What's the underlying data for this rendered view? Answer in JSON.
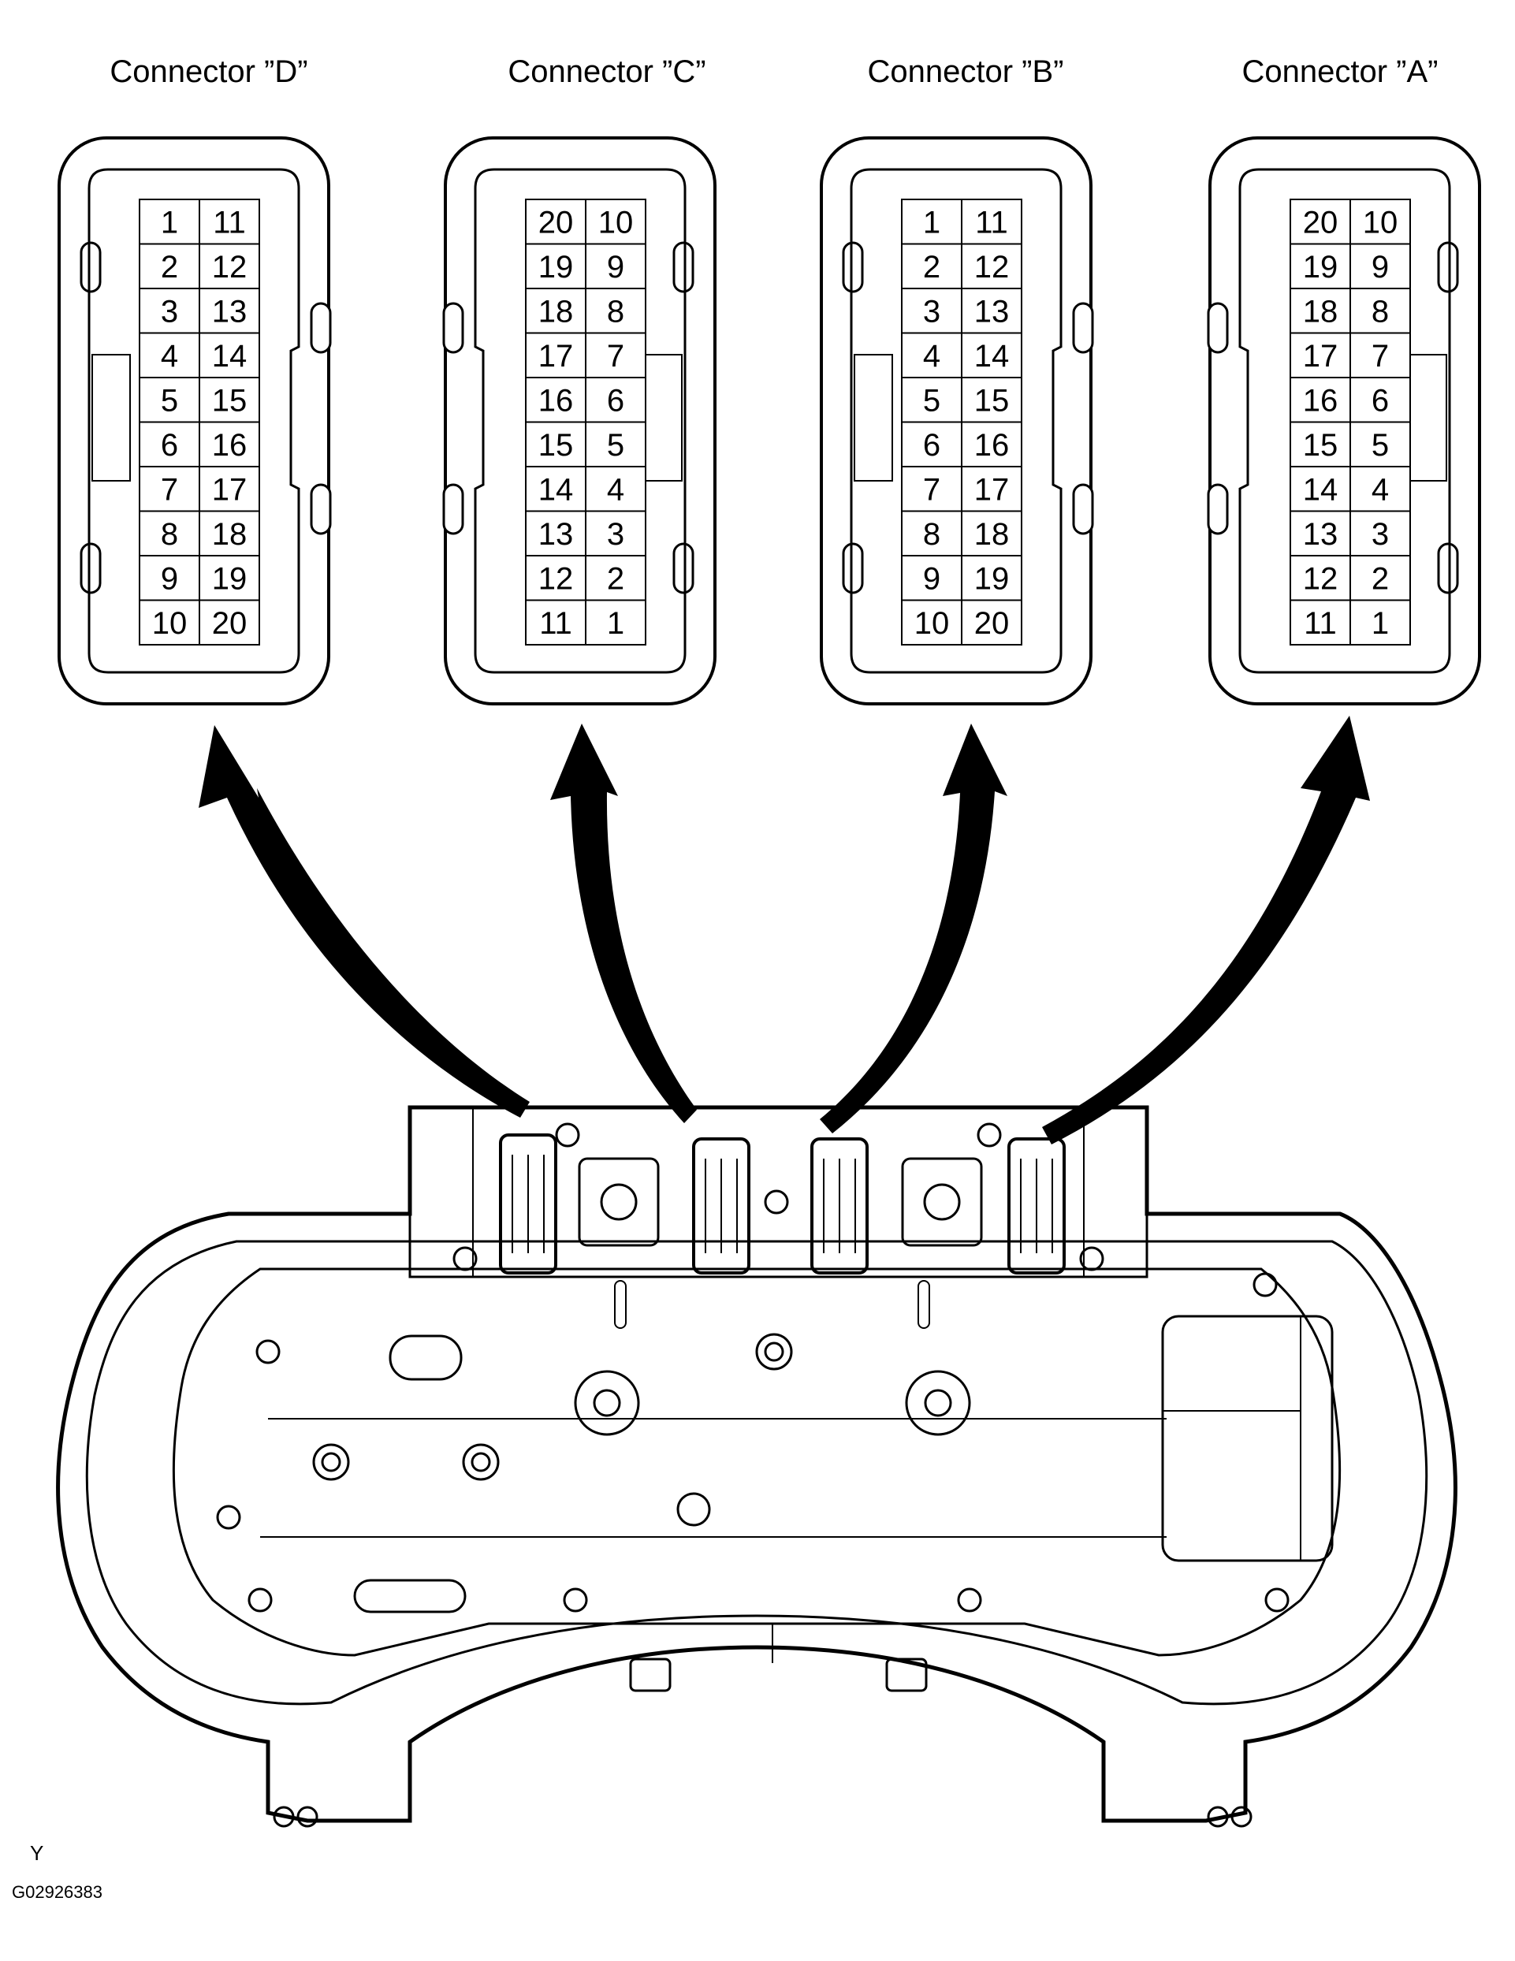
{
  "connectors": [
    {
      "name": "Connector ”D”",
      "mirror": false,
      "rows": [
        [
          "1",
          "11"
        ],
        [
          "2",
          "12"
        ],
        [
          "3",
          "13"
        ],
        [
          "4",
          "14"
        ],
        [
          "5",
          "15"
        ],
        [
          "6",
          "16"
        ],
        [
          "7",
          "17"
        ],
        [
          "8",
          "18"
        ],
        [
          "9",
          "19"
        ],
        [
          "10",
          "20"
        ]
      ]
    },
    {
      "name": "Connector ”C”",
      "mirror": true,
      "rows": [
        [
          "20",
          "10"
        ],
        [
          "19",
          "9"
        ],
        [
          "18",
          "8"
        ],
        [
          "17",
          "7"
        ],
        [
          "16",
          "6"
        ],
        [
          "15",
          "5"
        ],
        [
          "14",
          "4"
        ],
        [
          "13",
          "3"
        ],
        [
          "12",
          "2"
        ],
        [
          "11",
          "1"
        ]
      ]
    },
    {
      "name": "Connector ”B”",
      "mirror": false,
      "rows": [
        [
          "1",
          "11"
        ],
        [
          "2",
          "12"
        ],
        [
          "3",
          "13"
        ],
        [
          "4",
          "14"
        ],
        [
          "5",
          "15"
        ],
        [
          "6",
          "16"
        ],
        [
          "7",
          "17"
        ],
        [
          "8",
          "18"
        ],
        [
          "9",
          "19"
        ],
        [
          "10",
          "20"
        ]
      ]
    },
    {
      "name": "Connector ”A”",
      "mirror": true,
      "rows": [
        [
          "20",
          "10"
        ],
        [
          "19",
          "9"
        ],
        [
          "18",
          "8"
        ],
        [
          "17",
          "7"
        ],
        [
          "16",
          "6"
        ],
        [
          "15",
          "5"
        ],
        [
          "14",
          "4"
        ],
        [
          "13",
          "3"
        ],
        [
          "12",
          "2"
        ],
        [
          "11",
          "1"
        ]
      ]
    }
  ],
  "footer": {
    "code": "Y",
    "figure_id": "G02926383"
  }
}
